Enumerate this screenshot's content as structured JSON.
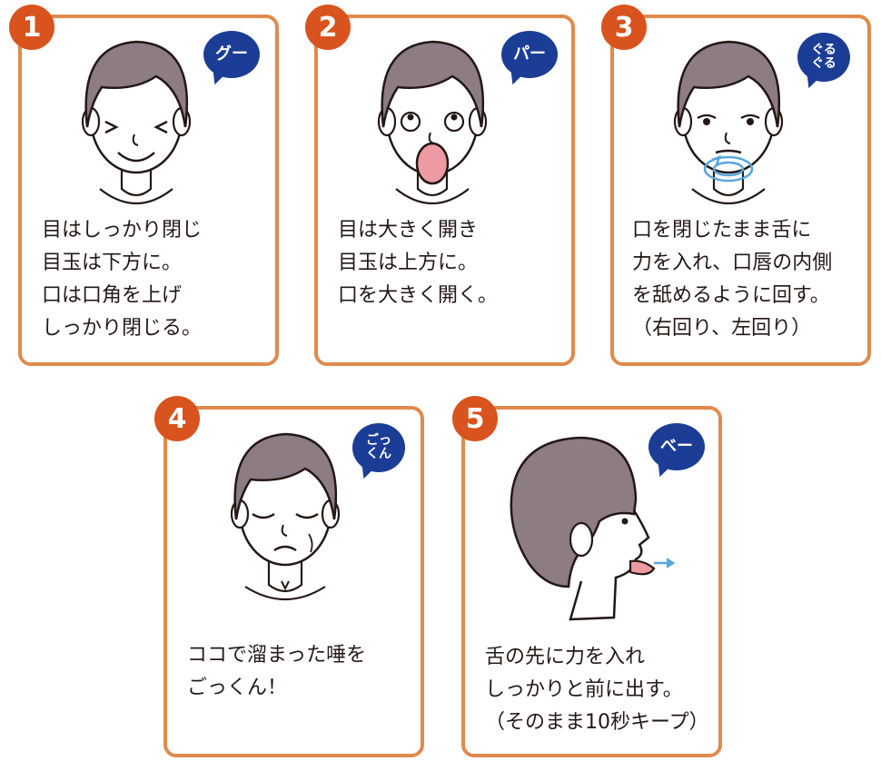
{
  "colors": {
    "card_border": "#e08a4d",
    "number_badge": "#d9531e",
    "speech_bubble": "#1c3d96",
    "hair": "#8d7c83",
    "mouth": "#ee9aa3",
    "guide_arrow": "#57a6dc"
  },
  "steps": [
    {
      "number": "1",
      "bubble": "グー",
      "face": "smiling-face-eyes-closed",
      "lines": [
        "目はしっかり閉じ",
        "目玉は下方に。",
        "口は口角を上げ",
        "しっかり閉じる。"
      ]
    },
    {
      "number": "2",
      "bubble": "パー",
      "face": "face-mouth-wide-open",
      "lines": [
        "目は大きく開き",
        "目玉は上方に。",
        "口を大きく開く。"
      ]
    },
    {
      "number": "3",
      "bubble": "ぐる\nぐる",
      "face": "face-tongue-circling",
      "lines": [
        "口を閉じたまま舌に",
        "力を入れ、口唇の内側",
        "を舐めるように回す。",
        "（右回り、左回り）"
      ]
    },
    {
      "number": "4",
      "bubble": "ごっ\nくん",
      "face": "face-swallowing",
      "lines": [
        "ココで溜まった唾を",
        "ごっくん！"
      ]
    },
    {
      "number": "5",
      "bubble": "べー",
      "face": "side-face-tongue-out",
      "lines": [
        "舌の先に力を入れ",
        "しっかりと前に出す。",
        "（そのまま10秒キープ）"
      ]
    }
  ]
}
